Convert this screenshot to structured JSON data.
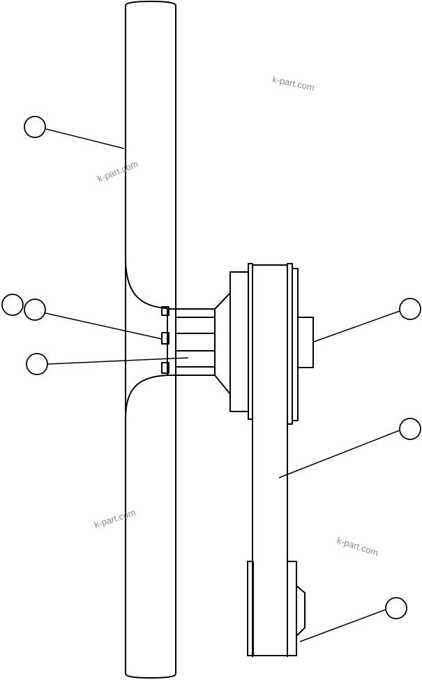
{
  "watermarks": [
    "k-part.com",
    "k-part.com",
    "k-part.com",
    "k-part.com"
  ],
  "callouts": [
    {
      "id": "callout-1",
      "label": ""
    },
    {
      "id": "callout-2",
      "label": ""
    },
    {
      "id": "callout-3",
      "label": ""
    },
    {
      "id": "callout-4",
      "label": ""
    },
    {
      "id": "callout-5",
      "label": ""
    },
    {
      "id": "callout-6",
      "label": ""
    },
    {
      "id": "callout-7",
      "label": ""
    },
    {
      "id": "callout-8",
      "label": ""
    }
  ]
}
